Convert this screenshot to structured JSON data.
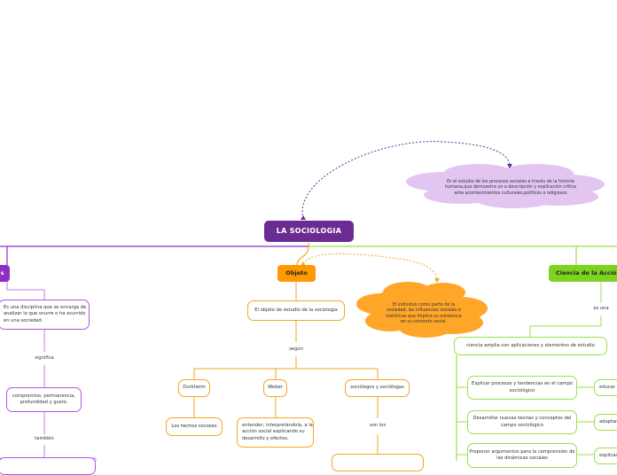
{
  "root": {
    "label": "LA SOCIOLOGIA"
  },
  "top_cloud": {
    "text": "Es el estudio de los procesos sociales a través de la historia humana,que demuestra un a descripción y explicación critica ante acontecimientos culturales,politicos o religiosos"
  },
  "left_branch": {
    "head": "s",
    "definition": "Es una disciplina que se encarga de analizar lo que ocurre o ha ocurrido en una sociedad.",
    "link1": "significa",
    "meaning": "compromiso, permanencia, profundidad y gusto.",
    "link2": "también"
  },
  "center_branch": {
    "head": "Objeto",
    "cloud": "El individuo como parte de la sociedad, las influencias sociales e históricas que implica su existencia en su contexto social.",
    "object": "El objeto de estudio de la sociología",
    "link": "según",
    "authors": [
      {
        "name": "Durkheim",
        "detail": "Los hechos sociales"
      },
      {
        "name": "Weber",
        "detail": "entender, interpretándola, a la acción social explicando su desarrollo y efectos."
      },
      {
        "name": "sociólogos y sociólogas",
        "detail": "son los"
      }
    ]
  },
  "right_branch": {
    "head": "Ciencia de la Acción",
    "link": "es una",
    "definition": "ciencia amplia con aplicaciones y elementos de estudio",
    "items": [
      {
        "text": "Explicar procesos y tendencias en el campo sociológico",
        "next": "educar"
      },
      {
        "text": "Desarrollar nuevas teorías y conceptos del campo sociológico",
        "next": "adaptar"
      },
      {
        "text": "Proponer argumentos para la comprensión de las dinámicas sociales",
        "next": "explicar"
      }
    ]
  }
}
